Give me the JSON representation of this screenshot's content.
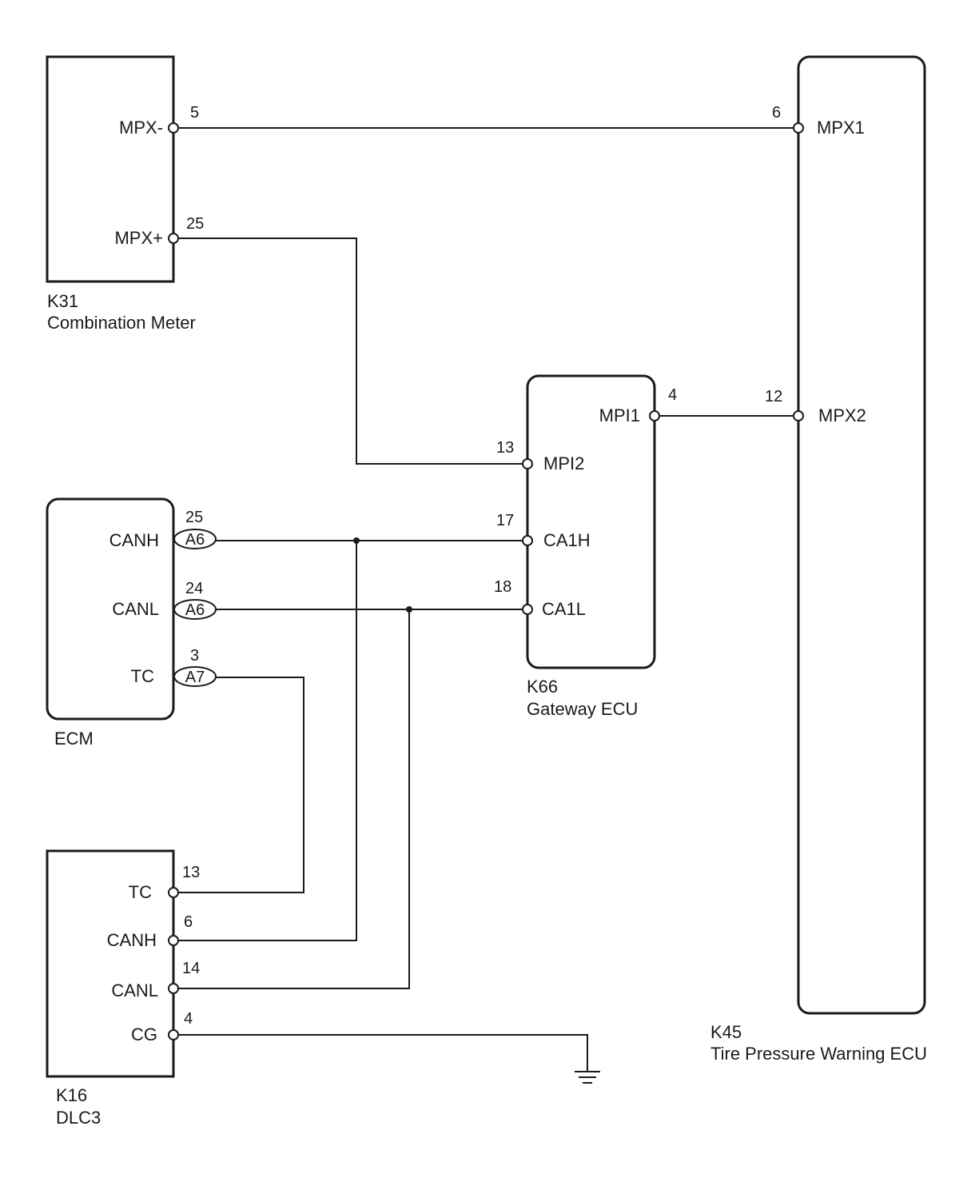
{
  "components": {
    "k31": {
      "id": "K31",
      "name": "Combination Meter",
      "pins": {
        "mpx_minus": "MPX-",
        "mpx_plus": "MPX+"
      },
      "pin_numbers": {
        "mpx_minus": "5",
        "mpx_plus": "25"
      }
    },
    "k45": {
      "id": "K45",
      "name": "Tire Pressure Warning ECU",
      "pins": {
        "mpx1": "MPX1",
        "mpx2": "MPX2"
      },
      "pin_numbers": {
        "mpx1": "6",
        "mpx2": "12"
      }
    },
    "k66": {
      "id": "K66",
      "name": "Gateway ECU",
      "pins": {
        "mpi1": "MPI1",
        "mpi2": "MPI2",
        "ca1h": "CA1H",
        "ca1l": "CA1L"
      },
      "pin_numbers": {
        "mpi1": "4",
        "mpi2": "13",
        "ca1h": "17",
        "ca1l": "18"
      }
    },
    "ecm": {
      "name": "ECM",
      "pins": {
        "canh": "CANH",
        "canl": "CANL",
        "tc": "TC"
      },
      "pin_numbers": {
        "canh": "25",
        "canl": "24",
        "tc": "3"
      },
      "connectors": {
        "canh": "A6",
        "canl": "A6",
        "tc": "A7"
      }
    },
    "k16": {
      "id": "K16",
      "name": "DLC3",
      "pins": {
        "tc": "TC",
        "canh": "CANH",
        "canl": "CANL",
        "cg": "CG"
      },
      "pin_numbers": {
        "tc": "13",
        "canh": "6",
        "canl": "14",
        "cg": "4"
      }
    }
  }
}
